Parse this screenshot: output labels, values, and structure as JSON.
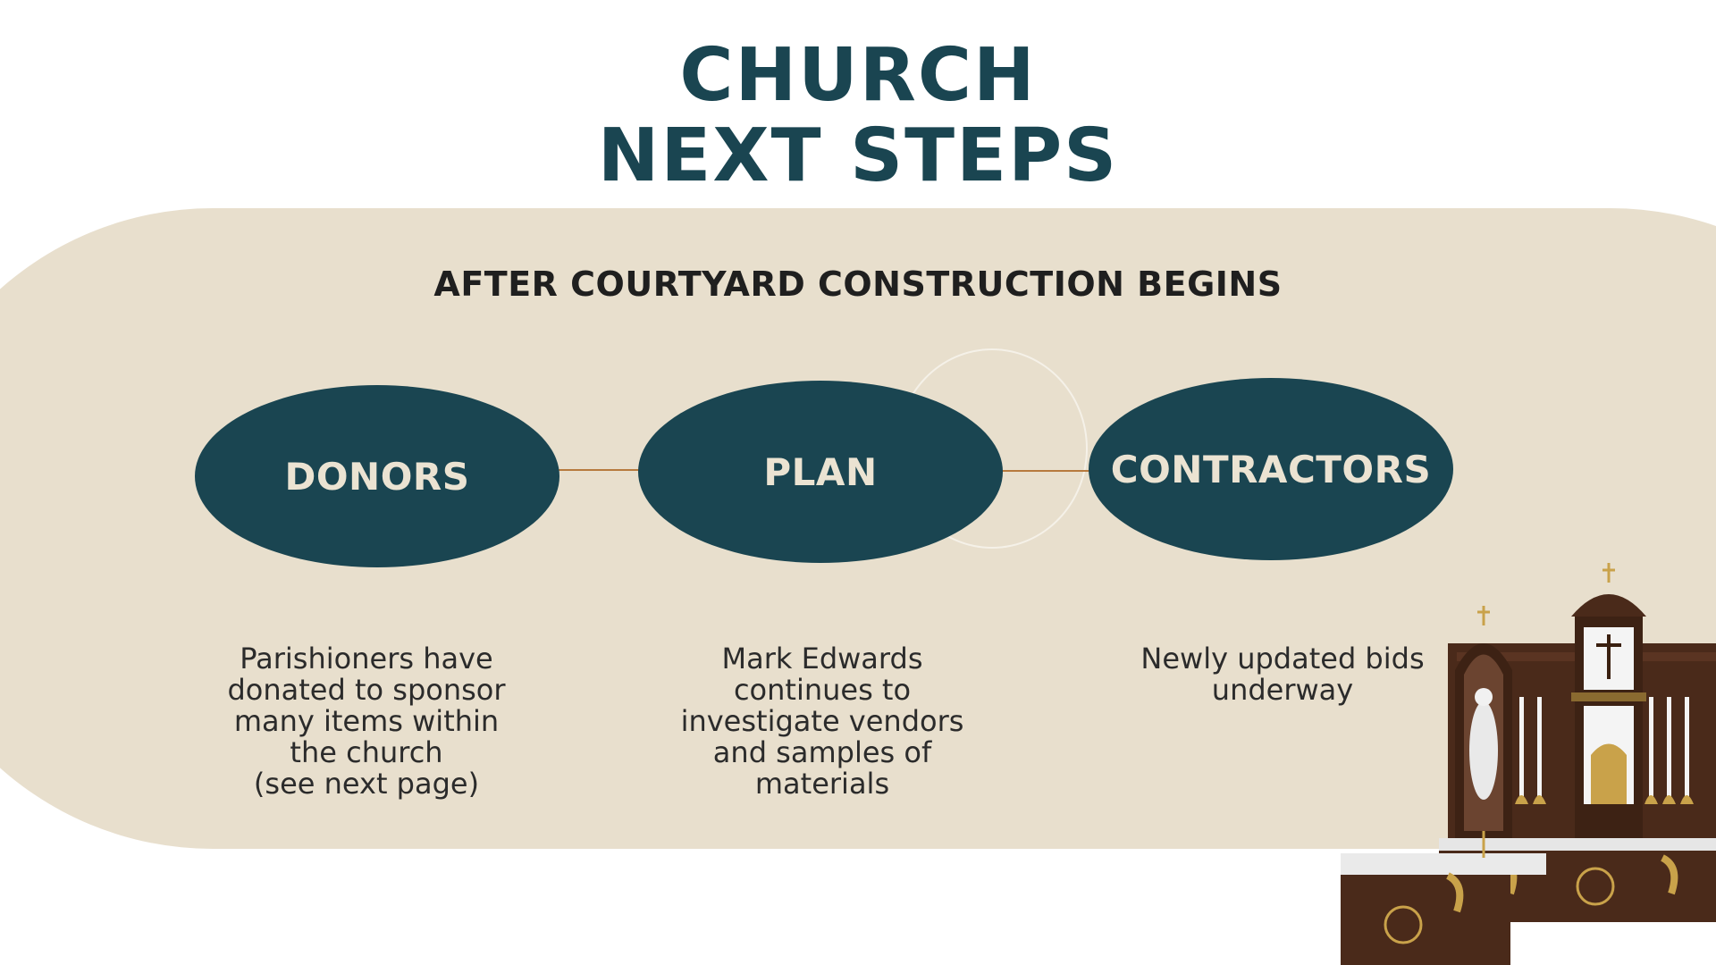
{
  "title": {
    "line1": "CHURCH",
    "line2": "NEXT STEPS"
  },
  "subtitle": "AFTER COURTYARD CONSTRUCTION BEGINS",
  "steps": [
    {
      "label": "DONORS",
      "lines": [
        "Parishioners have",
        "donated to sponsor",
        "many items within",
        "the church",
        "(see next page)"
      ]
    },
    {
      "label": "PLAN",
      "lines": [
        "Mark Edwards",
        "continues to",
        "investigate vendors",
        "and samples of",
        "materials"
      ]
    },
    {
      "label": "CONTRACTORS",
      "lines": [
        "Newly updated bids",
        "underway"
      ]
    }
  ],
  "colors": {
    "primary": "#1a4551",
    "band": "#e8dfcd",
    "connector": "#b77a3e",
    "ellipse_text": "#ebe3d2"
  }
}
